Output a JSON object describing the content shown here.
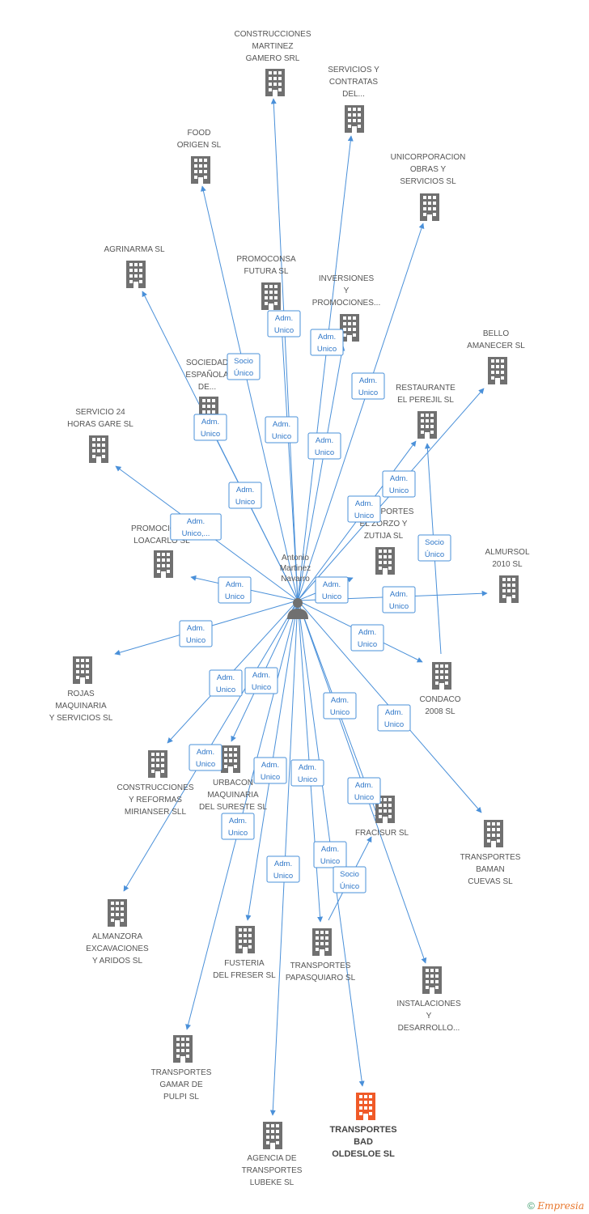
{
  "colors": {
    "edge": "#4a90d9",
    "building": "#707070",
    "focus_building": "#f05a28",
    "person": "#707070",
    "label_border": "#4a90d9",
    "label_text": "#2f77c8"
  },
  "person": {
    "name_lines": [
      "Antonio",
      "Martinez",
      "Navarro"
    ],
    "icon": "person-icon"
  },
  "companies": [
    {
      "id": "c1",
      "lines": [
        "CONSTRUCCIONES",
        "MARTINEZ",
        "GAMERO SRL"
      ]
    },
    {
      "id": "c2",
      "lines": [
        "SERVICIOS Y",
        "CONTRATAS",
        "DEL..."
      ]
    },
    {
      "id": "c3",
      "lines": [
        "FOOD",
        "ORIGEN  SL"
      ]
    },
    {
      "id": "c4",
      "lines": [
        "UNICORPORACION",
        "OBRAS Y",
        "SERVICIOS SL"
      ]
    },
    {
      "id": "c5",
      "lines": [
        "AGRINARMA SL"
      ]
    },
    {
      "id": "c6",
      "lines": [
        "PROMOCONSA",
        "FUTURA SL"
      ]
    },
    {
      "id": "c7",
      "lines": [
        "INVERSIONES",
        "Y",
        "PROMOCIONES..."
      ]
    },
    {
      "id": "c8",
      "lines": [
        "BELLO",
        "AMANECER SL"
      ]
    },
    {
      "id": "c9",
      "lines": [
        "SOCIEDAD",
        "ESPAÑOLA",
        "DE..."
      ]
    },
    {
      "id": "c10",
      "lines": [
        "RESTAURANTE",
        "EL PEREJIL  SL"
      ]
    },
    {
      "id": "c11",
      "lines": [
        "SERVICIO 24",
        "HORAS GARE SL"
      ]
    },
    {
      "id": "c12",
      "lines": [
        "TRANSPORTES",
        "EL ZORZO Y",
        "ZUTIJA SL"
      ]
    },
    {
      "id": "c13",
      "lines": [
        "PROMOCIONES",
        "LOACARLO SL"
      ]
    },
    {
      "id": "c14",
      "lines": [
        "ALMURSOL",
        "2010 SL"
      ]
    },
    {
      "id": "c15",
      "lines": [
        "ROJAS",
        "MAQUINARIA",
        "Y SERVICIOS  SL"
      ]
    },
    {
      "id": "c16",
      "lines": [
        "CONDACO",
        "2008 SL"
      ]
    },
    {
      "id": "c17",
      "lines": [
        "CONSTRUCCIONES",
        "Y REFORMAS",
        "MIRIANSER SLL"
      ]
    },
    {
      "id": "c18",
      "lines": [
        "URBACON",
        "MAQUINARIA",
        "DEL SURESTE SL"
      ]
    },
    {
      "id": "c19",
      "lines": [
        "FRACISUR SL"
      ]
    },
    {
      "id": "c20",
      "lines": [
        "TRANSPORTES",
        "BAMAN",
        "CUEVAS SL"
      ]
    },
    {
      "id": "c21",
      "lines": [
        "ALMANZORA",
        "EXCAVACIONES",
        "Y ARIDOS SL"
      ]
    },
    {
      "id": "c22",
      "lines": [
        "FUSTERIA",
        "DEL FRESER SL"
      ]
    },
    {
      "id": "c23",
      "lines": [
        "TRANSPORTES",
        "PAPASQUIARO SL"
      ]
    },
    {
      "id": "c24",
      "lines": [
        "INSTALACIONES",
        "Y",
        "DESARROLLO..."
      ]
    },
    {
      "id": "c25",
      "lines": [
        "TRANSPORTES",
        "GAMAR DE",
        "PULPI SL"
      ]
    },
    {
      "id": "c26",
      "lines": [
        "AGENCIA DE",
        "TRANSPORTES",
        "LUBEKE SL"
      ]
    },
    {
      "id": "c27",
      "lines": [
        "TRANSPORTES",
        "BAD",
        "OLDESLOE SL"
      ],
      "focus": true
    }
  ],
  "relations": [
    {
      "to": "c1",
      "label": [
        "Adm.",
        "Unico"
      ]
    },
    {
      "to": "c2",
      "label": [
        "Adm.",
        "Unico"
      ]
    },
    {
      "to": "c3",
      "label": [
        "Socio",
        "Único"
      ]
    },
    {
      "to": "c4",
      "label": [
        "Adm.",
        "Unico"
      ]
    },
    {
      "to": "c5",
      "label": [
        "Adm.",
        "Unico"
      ]
    },
    {
      "to": "c6",
      "label": [
        "Adm.",
        "Unico"
      ]
    },
    {
      "to": "c7",
      "label": [
        "Adm.",
        "Unico"
      ]
    },
    {
      "to": "c8",
      "label": [
        "Adm.",
        "Unico"
      ]
    },
    {
      "to": "c10",
      "label": [
        "Adm.",
        "Unico"
      ]
    },
    {
      "to": "c11",
      "label": [
        "Adm.",
        "Unico,..."
      ]
    },
    {
      "to": "c9",
      "label": [
        "Adm.",
        "Unico"
      ]
    },
    {
      "to": "c13",
      "label": [
        "Adm.",
        "Unico"
      ]
    },
    {
      "to": "c12",
      "label": [
        "Adm.",
        "Unico"
      ]
    },
    {
      "to": "c14",
      "label": [
        "Adm.",
        "Unico"
      ]
    },
    {
      "to": "c15",
      "label": [
        "Adm.",
        "Unico"
      ]
    },
    {
      "to": "c16",
      "label": [
        "Adm.",
        "Unico"
      ]
    },
    {
      "to": "c17",
      "label": [
        "Adm.",
        "Unico"
      ]
    },
    {
      "to": "c18",
      "label": [
        "Adm.",
        "Unico"
      ]
    },
    {
      "to": "c20",
      "label": [
        "Adm.",
        "Unico"
      ]
    },
    {
      "to": "c24",
      "label": [
        "Adm.",
        "Unico"
      ]
    },
    {
      "to": "c21",
      "label": [
        "Adm.",
        "Unico"
      ]
    },
    {
      "to": "c22",
      "label": [
        "Adm.",
        "Unico"
      ]
    },
    {
      "to": "c23",
      "label": [
        "Adm.",
        "Unico"
      ]
    },
    {
      "to": "c25",
      "label": [
        "Adm.",
        "Unico"
      ]
    },
    {
      "to": "c26",
      "label": [
        "Adm.",
        "Unico"
      ]
    },
    {
      "to": "c27",
      "label": [
        "Adm.",
        "Unico"
      ]
    },
    {
      "to": "c19",
      "label": [
        "Adm.",
        "Unico"
      ]
    }
  ],
  "company_links": [
    {
      "from": "c16",
      "to": "c10",
      "label": [
        "Socio",
        "Único"
      ]
    },
    {
      "from": "c23",
      "to": "c19",
      "label": [
        "Socio",
        "Único"
      ]
    }
  ],
  "footer": {
    "copyright": "©",
    "brand": "Empresia"
  }
}
